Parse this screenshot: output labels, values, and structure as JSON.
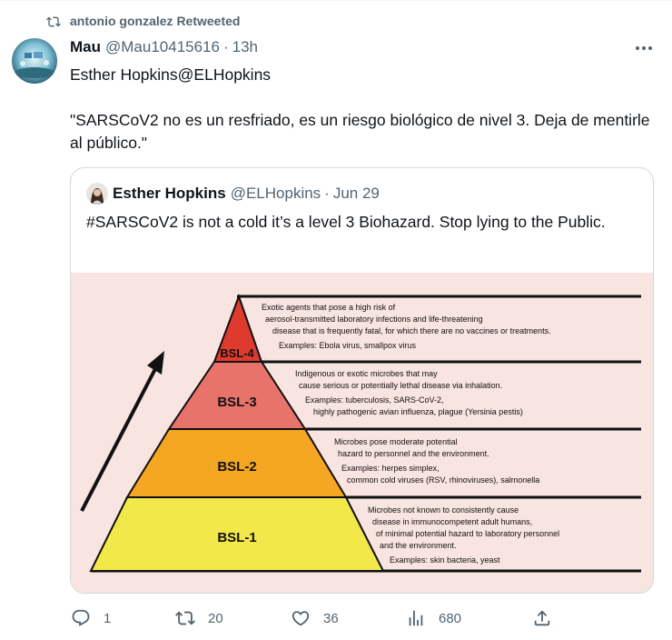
{
  "retweet": {
    "label": "antonio gonzalez Retweeted",
    "icon": "retweet-icon"
  },
  "tweet": {
    "author_name": "Mau",
    "author_handle": "@Mau10415616",
    "separator": "·",
    "time": "13h",
    "text_line1": "Esther Hopkins@ELHopkins",
    "text_line2": "\"SARSCoV2 no es un resfriado, es un riesgo biológico de nivel 3. Deja de mentirle al público.\""
  },
  "quote": {
    "author_name": "Esther Hopkins",
    "author_handle": "@ELHopkins",
    "separator": "·",
    "date": "Jun 29",
    "text": "#SARSCoV2 is not a cold it’s a level 3 Biohazard. Stop lying to the Public."
  },
  "infographic": {
    "levels": [
      {
        "label": "BSL-4",
        "color": "#df3a2e",
        "lines": [
          "Exotic agents that pose a high risk of",
          "aerosol-transmitted laboratory infections and life-threatening",
          "disease that is frequently fatal, for which there are no vaccines  or treatments."
        ],
        "examples": "Examples: Ebola virus, smallpox virus"
      },
      {
        "label": "BSL-3",
        "color": "#e8736a",
        "lines": [
          "Indigenous or exotic microbes that may",
          "cause serious or potentially lethal disease via inhalation."
        ],
        "examples": "Examples: tuberculosis, SARS-CoV-2,",
        "examples2": "highly pathogenic avian influenza, plague (Yersinia pestis)"
      },
      {
        "label": "BSL-2",
        "color": "#f5a623",
        "lines": [
          "Microbes pose moderate potential",
          "hazard to personnel and the environment."
        ],
        "examples": "Examples: herpes simplex,",
        "examples2": "common cold viruses (RSV, rhinoviruses), salmonella"
      },
      {
        "label": "BSL-1",
        "color": "#f3e84a",
        "lines": [
          "Microbes not known to consistently cause",
          "disease in immunocompetent adult humans,",
          "of minimal potential hazard to laboratory personnel",
          "and the environment."
        ],
        "examples": "Examples: skin bacteria, yeast"
      }
    ]
  },
  "actions": {
    "reply_count": "1",
    "retweet_count": "20",
    "like_count": "36",
    "views_count": "680"
  },
  "colors": {
    "muted": "#536471",
    "border": "#cfd9de",
    "image_bg": "#f8e4e0"
  }
}
